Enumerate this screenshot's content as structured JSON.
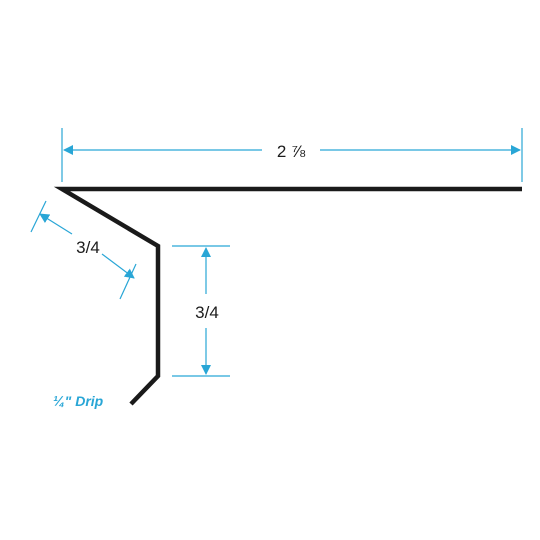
{
  "colors": {
    "profile": "#1a1a1a",
    "dimension": "#29a6d6",
    "label": "#1c1c1c",
    "background": "#ffffff"
  },
  "dimensions": {
    "top_width": "2 ⅞",
    "slope_length": "3/4",
    "vertical_height": "3/4"
  },
  "callouts": {
    "drip": "¼\" Drip"
  }
}
